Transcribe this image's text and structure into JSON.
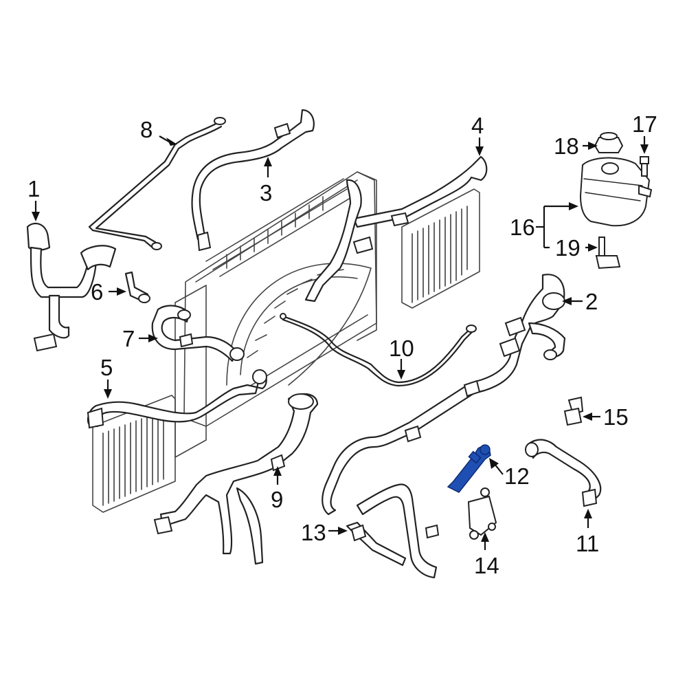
{
  "diagram": {
    "highlight_color": "#1f4fb3",
    "callouts": [
      {
        "id": "1",
        "label": "1"
      },
      {
        "id": "2",
        "label": "2"
      },
      {
        "id": "3",
        "label": "3"
      },
      {
        "id": "4",
        "label": "4"
      },
      {
        "id": "5",
        "label": "5"
      },
      {
        "id": "6",
        "label": "6"
      },
      {
        "id": "7",
        "label": "7"
      },
      {
        "id": "8",
        "label": "8"
      },
      {
        "id": "9",
        "label": "9"
      },
      {
        "id": "10",
        "label": "10"
      },
      {
        "id": "11",
        "label": "11"
      },
      {
        "id": "12",
        "label": "12"
      },
      {
        "id": "13",
        "label": "13"
      },
      {
        "id": "14",
        "label": "14"
      },
      {
        "id": "15",
        "label": "15"
      },
      {
        "id": "16",
        "label": "16"
      },
      {
        "id": "17",
        "label": "17"
      },
      {
        "id": "18",
        "label": "18"
      },
      {
        "id": "19",
        "label": "19"
      }
    ],
    "highlighted_part": "12"
  }
}
